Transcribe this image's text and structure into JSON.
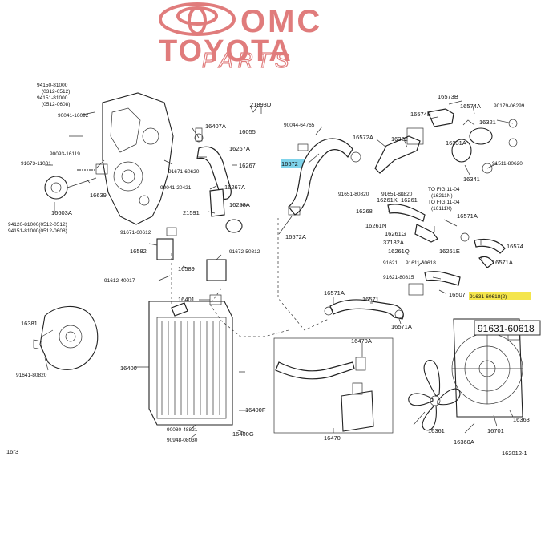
{
  "logo": {
    "brand": "OMC",
    "make": "TOYOTA",
    "subtitle": "PARTS",
    "brand_color": "#e07c7c"
  },
  "highlights": {
    "cyan": "#7fd3ea",
    "yellow": "#f4e54c"
  },
  "callout": {
    "label": "91631-60618"
  },
  "labels": {
    "l94150": "94150-81000",
    "l94150a": "(0312-0512)",
    "l94151": "94151-81000",
    "l94151a": "(0512-0608)",
    "l90041": "90041-16092",
    "l90093": "90093-16119",
    "l91673": "91673-11001",
    "l16639": "16639",
    "l16603A": "16603A",
    "l94120": "94120-81000(0512-0512)",
    "l94151b": "94151-81000(0512-0608)",
    "l21893D": "21893D",
    "l16407A": "16407A",
    "l16055": "16055",
    "l16267A": "16267A",
    "l16267": "16267",
    "l91671": "91671-60620",
    "l90041b": "90041-20421",
    "l16267Ab": "16267A",
    "l16258A": "16258A",
    "l21591": "21591",
    "l90044": "90044-64765",
    "l16572": "16572",
    "l16572A": "16572A",
    "l16573B": "16573B",
    "l16574B": "16574B",
    "l16574A": "16574A",
    "l90179": "90179-06299",
    "l16322": "16322",
    "l16321": "16321",
    "l16331A": "16331A",
    "l91511": "91511-80620",
    "l16341": "16341",
    "l16572B": "16572A",
    "l91651": "91651-80820",
    "l91651b": "91651-80820",
    "l16261K": "16261K",
    "l16261": "16261",
    "lfig1": "TO FIG 11-04",
    "lfig2": "(16211N)",
    "lfig3": "TO FIG 11-04",
    "lfig4": "(16111X)",
    "l16268": "16268",
    "l16571A": "16571A",
    "l16261N": "16261N",
    "l16261G": "16261G",
    "l37182A": "37182A",
    "l16261Q": "16261Q",
    "l16574": "16574",
    "l16261E": "16261E",
    "l91621": "91621",
    "l91611": "91611-60618",
    "l16571Ab": "16571A",
    "l91621b": "91621-80815",
    "l16507": "16507",
    "l91631": "91631-60618(2)",
    "l16571": "16571",
    "l16571Ac": "16571A",
    "l16571Ad": "16571A",
    "l91671b": "91671-60612",
    "l16582": "16582",
    "l91672": "91672-50812",
    "l16589": "16589",
    "l91612": "91612-40017",
    "l16401": "16401",
    "l16400": "16400",
    "l16381": "16381",
    "l91641": "91641-80820",
    "l16470A": "16470A",
    "l16470": "16470",
    "l90080": "90080-48821",
    "l90948": "90948-08030",
    "l16400F": "16400F",
    "l16400G": "16400G",
    "l16361": "16361",
    "l16360A": "16360A",
    "l16701": "16701",
    "l16363": "16363",
    "l16123": "16r3",
    "lcode": "162012-1"
  }
}
